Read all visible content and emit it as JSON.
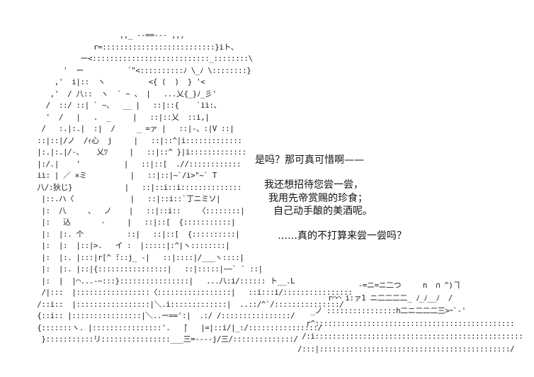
{
  "art": {
    "lines": [
      "                     ,,_ --==--- ,,,",
      "               r=::::::::::::::::::::::::::}iト、",
      "            ー<:::::::::::::::::::::::::::_::::::::\\",
      "        '  ー          ´\"<::::::::::ﾉ \\_ﾉ \\::::::::}",
      "      ,'  i|::  ヽ          <{ (  )  } '<",
      "     ,'  / 八::  ヽ  ` ~ 、 |   ...乂{_}ﾉ_彡'",
      "    /  ::/ ::| ` ~、  __ |   ::|::{    `ii:、",
      "    '  /   |   .  _     |   ::|::乂  ::i,|",
      "   /   :.|:.|  :|  /     _ =ァ |   ::|-、:|V ::|",
      "  ::|::|/ノ  /ｨ心  j     |   ::|::^|i:::::::::::::",
      "  |:.|:.|/-、   乂ﾂ     |   ::|::^ }|i:::::::::::::",
      "  |:/.|    '          |   ::|::[  .//::::::::::::",
      "  ii: | ／ ×ミ          |   ::|::|~`/i>\"~` T",
      "  八/:狄じ}            |   ::|::i::i::::::::::::::",
      "   |::.ハ〈             |   ::|::i::`丁ニミソ|",
      "   |:  八     、  ノ    |   ::|::i::    〈::::::::|",
      "   |:   込       -     |   ::|::[  {:::::::::::|",
      "   |:  |:. 个          ::|   ::|::[  {::::::::::|",
      "   |:  |:  |::|>.   イ :  |:::::|:^|ヽ::::::::|",
      "   |:  |:. |:::|r[^ ̄:::j_ -|   ::|::::|/___ヽ::::|",
      "   |:  |:. |::|{::::::::::::::::|   ::|:::::|~~` ` ::|",
      "   |:  |  |⌒...-~:::}::::::::::::::::|   ...八:i/:::::: ト__.L",
      "   /|:::  |:::::::::::::::::〈:::::::::::::::::|   ::i:::i/::::::::::::::::",
      "  /::i::  |:::::::::::::::::|＼.i:::::::::::::|  ..::/^`/:::::::::::::::/",
      "  {::i:: |::::::::::::::::|＼..ー==':|  .:/ /::::::::::::::::/",
      "  {:::::::ヽ. |::::::::::::::::'.   ̄|   |=|::i/|_:/::::::::::::::::/",
      "   }:::::::::::リ::::::::::::::::___三=----j/三/::::::::::::::/"
    ]
  },
  "hand_art": {
    "lines": [
      "              -=ニ=ニ二つ     n  ∩ ^)ヿ",
      "       r⌒⌒ i:ァ1 ニ二二二二_ ﾉ_ﾉ__ﾉ  /",
      "   _ノ ::::::::::::::::h二ニ二二二三>ｰ`-'",
      "  r^::::::::::::::::::::::::::::::::::::::::::::::",
      " /:i::::::::::::::::::::::::::::::::::::::::::::::::",
      "/:::|::::::::::::::::::::::::::::::::::::::::::::/"
    ]
  },
  "dialogue": {
    "line1": "是吗？那可真可惜啊——",
    "line2": "我还想招待您尝一尝，",
    "line3": "我用先帝赏赐的珍食；",
    "line4": "自己动手酿的美酒呢。",
    "line5": "……真的不打算来尝一尝吗？"
  }
}
